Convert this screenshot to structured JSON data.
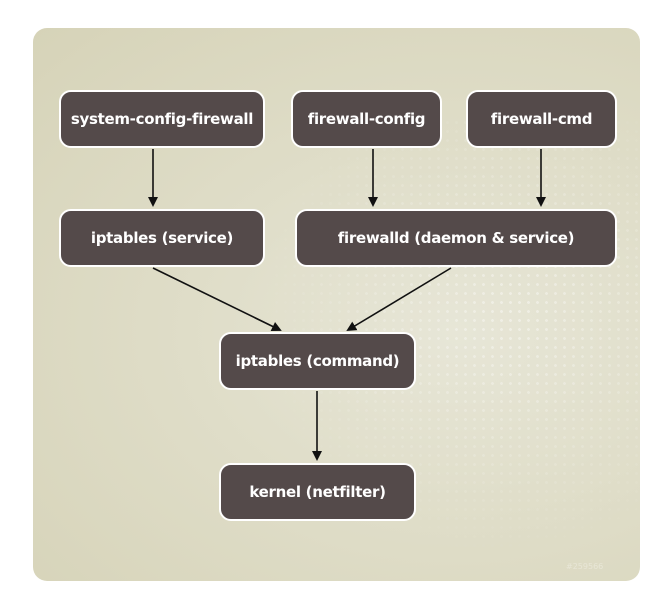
{
  "diagram": {
    "nodes": {
      "system_config_firewall": "system-config-firewall",
      "firewall_config": "firewall-config",
      "firewall_cmd": "firewall-cmd",
      "iptables_service": "iptables (service)",
      "firewalld": "firewalld (daemon & service)",
      "iptables_command": "iptables (command)",
      "kernel": "kernel (netfilter)"
    },
    "edges": [
      {
        "from": "system-config-firewall",
        "to": "iptables (service)"
      },
      {
        "from": "firewall-config",
        "to": "firewalld (daemon & service)"
      },
      {
        "from": "firewall-cmd",
        "to": "firewalld (daemon & service)"
      },
      {
        "from": "iptables (service)",
        "to": "iptables (command)"
      },
      {
        "from": "firewalld (daemon & service)",
        "to": "iptables (command)"
      },
      {
        "from": "iptables (command)",
        "to": "kernel (netfilter)"
      }
    ]
  },
  "watermark": "#259566",
  "colors": {
    "node_fill": "#544a4a",
    "node_text": "#ffffff",
    "panel_bg": "#dfddc8",
    "arrow": "#111111"
  }
}
